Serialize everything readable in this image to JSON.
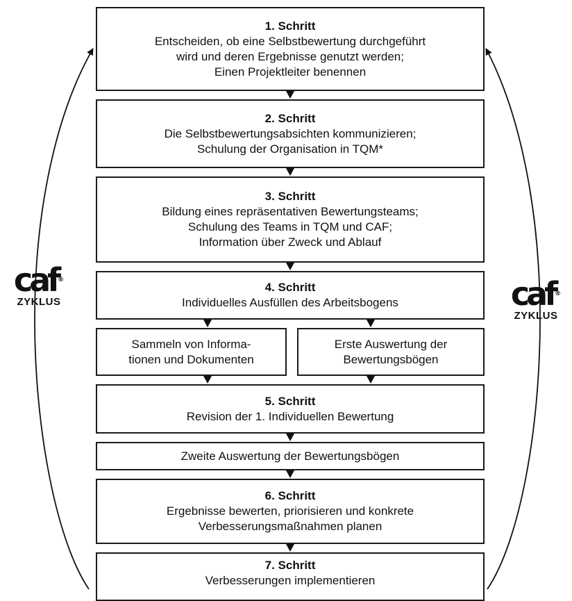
{
  "steps": {
    "s1": {
      "title": "1. Schritt",
      "lines": [
        "Entscheiden, ob eine Selbstbewertung durchgeführt",
        "wird und deren Ergebnisse genutzt werden;",
        "Einen Projektleiter benennen"
      ]
    },
    "s2": {
      "title": "2. Schritt",
      "lines": [
        "Die Selbstbewertungsabsichten kommunizieren;",
        "Schulung der Organisation in TQM*"
      ]
    },
    "s3": {
      "title": "3. Schritt",
      "lines": [
        "Bildung eines repräsentativen Bewertungsteams;",
        "Schulung des Teams in TQM und CAF;",
        "Information über Zweck und Ablauf"
      ]
    },
    "s4": {
      "title": "4. Schritt",
      "lines": [
        "Individuelles Ausfüllen des Arbeitsbogens"
      ]
    },
    "s4a": {
      "lines": [
        "Sammeln von Informa-",
        "tionen und Dokumenten"
      ]
    },
    "s4b": {
      "lines": [
        "Erste Auswertung der",
        "Bewertungsbögen"
      ]
    },
    "s5": {
      "title": "5. Schritt",
      "lines": [
        "Revision der 1. Individuellen Bewertung"
      ]
    },
    "s5b": {
      "lines": [
        "Zweite Auswertung der Bewertungsbögen"
      ]
    },
    "s6": {
      "title": "6. Schritt",
      "lines": [
        "Ergebnisse bewerten, priorisieren und konkrete",
        "Verbesserungsmaßnahmen planen"
      ]
    },
    "s7": {
      "title": "7. Schritt",
      "lines": [
        "Verbesserungen implementieren"
      ]
    }
  },
  "logo": {
    "mark": "caf",
    "trademark": "®",
    "word": "ZYKLUS"
  }
}
